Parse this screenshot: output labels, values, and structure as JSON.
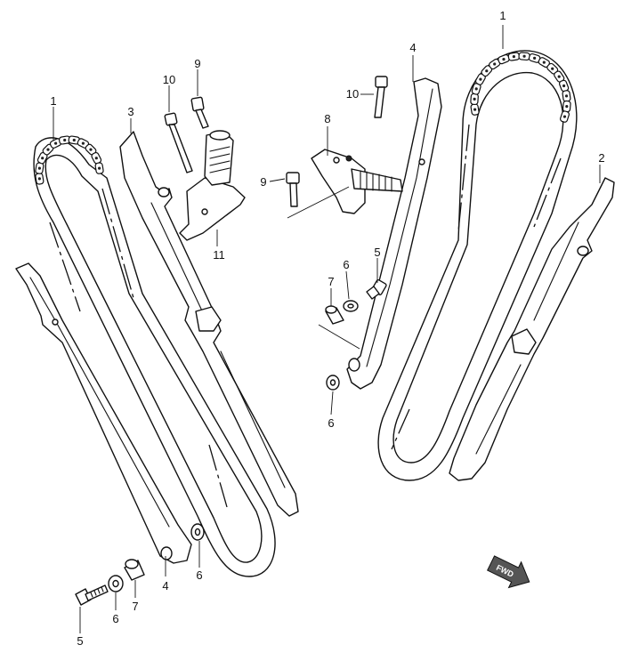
{
  "callouts": {
    "c1_left": "1",
    "c1_right": "1",
    "c2": "2",
    "c3": "3",
    "c4_top": "4",
    "c4_bottom": "4",
    "c5_bottom": "5",
    "c5_right": "5",
    "c6_bottom": "6",
    "c6_washer_left": "6",
    "c6_right_upper": "6",
    "c6_right_lower": "6",
    "c7_bottom": "7",
    "c7_right": "7",
    "c8": "8",
    "c9_top": "9",
    "c9_mid": "9",
    "c10_top": "10",
    "c10_right": "10",
    "c11": "11"
  },
  "fwd_label": "FWD"
}
